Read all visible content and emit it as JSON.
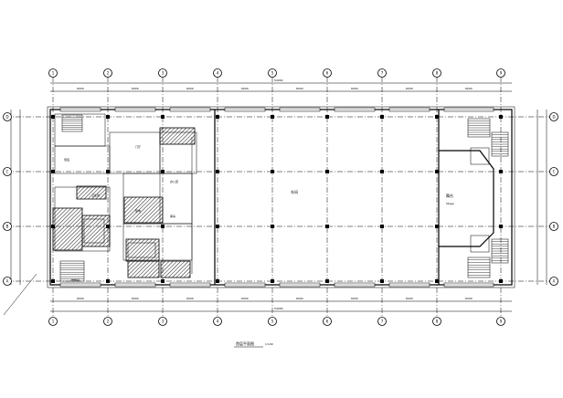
{
  "drawing": {
    "title": "首层平面图",
    "scale": "1:100",
    "columns": [
      "1",
      "2",
      "3",
      "4",
      "5",
      "6",
      "7",
      "8",
      "9"
    ],
    "rows": [
      "A",
      "B",
      "C",
      "D"
    ],
    "overall_dim": "54000",
    "bay_dims": [
      "6000",
      "6000",
      "6000",
      "6000",
      "6000",
      "6000",
      "6000",
      "6000"
    ],
    "room_labels": {
      "workshop": "车间",
      "stage": "舞台",
      "stage_sub": "Stage",
      "office": "办公室",
      "room_a": "门厅",
      "room_b": "配电",
      "room_c": "库房",
      "room_d": "值班",
      "room_e": "卫生间",
      "room_f": "楼梯间"
    },
    "colors": {
      "line": "#000000",
      "background": "#ffffff"
    }
  }
}
